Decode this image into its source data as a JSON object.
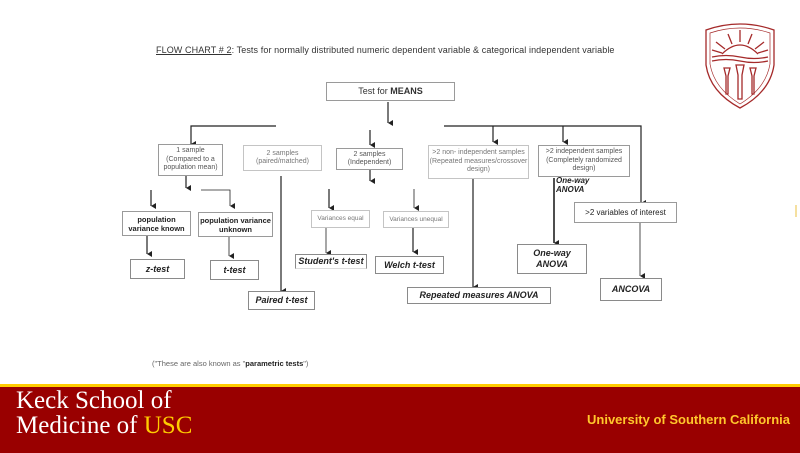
{
  "title": {
    "prefix": "FLOW CHART # 2",
    "rest": ": Tests for normally distributed numeric dependent variable & categorical independent variable"
  },
  "nodes": {
    "root": {
      "text_plain": "Test for ",
      "text_bold": "MEANS"
    },
    "one_sample": "1 sample (Compared to a population mean)",
    "two_paired": "2 samples (paired/matched)",
    "two_independent": "2 samples (Independent)",
    "gt2_nonindependent": ">2 non- independent samples (Repeated measures/crossover design)",
    "gt2_independent": ">2 independent samples (Completely randomized design)",
    "gt2_variables": ">2 variables of interest",
    "pop_var_known": "population variance known",
    "pop_var_unknown": "population variance unknown",
    "var_equal": "Variances equal",
    "var_unequal": "Variances unequal"
  },
  "results": {
    "z_test": "z-test",
    "t_test": "t-test",
    "paired_t_test": "Paired t-test",
    "students_t_test": "Student's t-test",
    "welch_t_test": "Welch t-test",
    "repeated_anova": "Repeated measures ANOVA",
    "oneway_anova": "One-way ANOVA",
    "ancova": "ANCOVA"
  },
  "edge_label_oneway": "One-way ANOVA",
  "footnote": {
    "before": "(\"These are also known as \"",
    "bold": "parametric tests",
    "after": "\")"
  },
  "footer": {
    "school_line1": "Keck School of",
    "school_line2_a": "Medicine of ",
    "school_line2_b": "USC",
    "university": "University of Southern California",
    "colors": {
      "cardinal": "#990000",
      "gold": "#ffcc00"
    }
  },
  "logo": "usc-shield-icon"
}
